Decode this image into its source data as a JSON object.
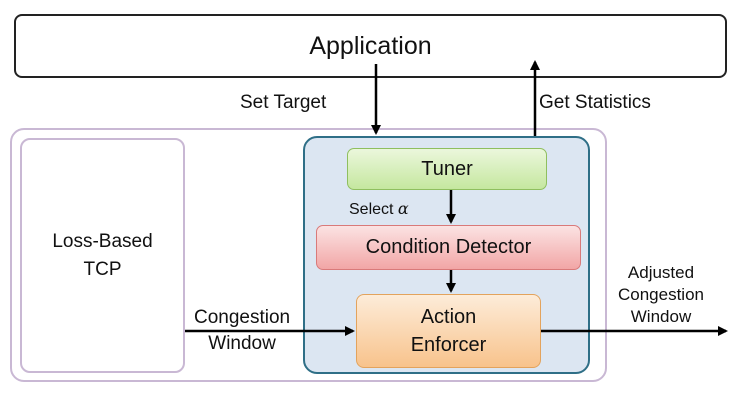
{
  "application": "Application",
  "set_target": "Set Target",
  "get_statistics": "Get Statistics",
  "loss_based_tcp": [
    "Loss-Based",
    "TCP"
  ],
  "tuner": "Tuner",
  "select_alpha": "Select",
  "alpha_symbol": "α",
  "condition_detector": "Condition Detector",
  "action_enforcer": [
    "Action",
    "Enforcer"
  ],
  "congestion_window": [
    "Congestion",
    "Window"
  ],
  "adjusted_congestion_window": [
    "Adjusted",
    "Congestion",
    "Window"
  ]
}
